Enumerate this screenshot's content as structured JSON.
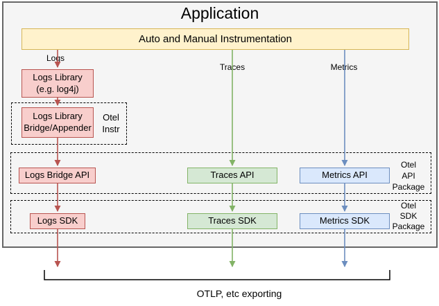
{
  "app": {
    "title": "Application"
  },
  "instrumentation": {
    "label": "Auto and Manual Instrumentation"
  },
  "flows": {
    "logs": {
      "label": "Logs"
    },
    "traces": {
      "label": "Traces"
    },
    "metrics": {
      "label": "Metrics"
    }
  },
  "logs_column": {
    "library": {
      "line1": "Logs Library",
      "line2": "(e.g. log4j)"
    },
    "bridge": {
      "line1": "Logs Library",
      "line2": "Bridge/Appender"
    },
    "otel_instr": {
      "line1": "Otel",
      "line2": "Instr"
    }
  },
  "api_package": {
    "label_lines": [
      "Otel",
      "API",
      "Package"
    ],
    "logs": "Logs Bridge API",
    "traces": "Traces API",
    "metrics": "Metrics API"
  },
  "sdk_package": {
    "label_lines": [
      "Otel",
      "SDK",
      "Package"
    ],
    "logs": "Logs SDK",
    "traces": "Traces SDK",
    "metrics": "Metrics SDK"
  },
  "export": {
    "label": "OTLP, etc exporting"
  },
  "colors": {
    "app_background": "#f5f5f5",
    "app_border": "#666666",
    "instrumentation_fill": "#fff2cc",
    "instrumentation_border": "#d6b656",
    "logs_fill": "#f8cecc",
    "logs_border": "#b85450",
    "traces_fill": "#d5e8d4",
    "traces_border": "#82b366",
    "metrics_fill": "#dae8fc",
    "metrics_border": "#6c8ebf"
  }
}
